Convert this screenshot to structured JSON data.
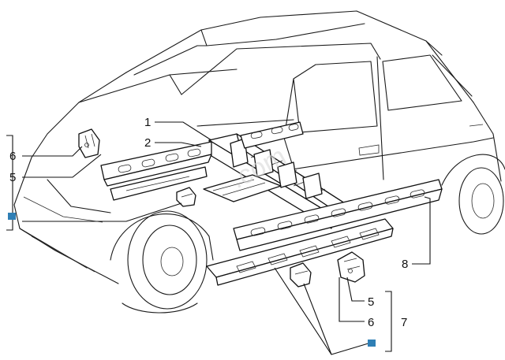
{
  "callouts": {
    "c1": "1",
    "c2": "2",
    "c5_left": "5",
    "c6_left": "6",
    "c8": "8",
    "c5_right": "5",
    "c6_right": "6",
    "c7": "7"
  },
  "colors": {
    "line": "#1a1a1a",
    "marker_square": "#2f7fb5",
    "background": "#ffffff"
  },
  "icons": {
    "group_marker": "blue-square-marker"
  }
}
